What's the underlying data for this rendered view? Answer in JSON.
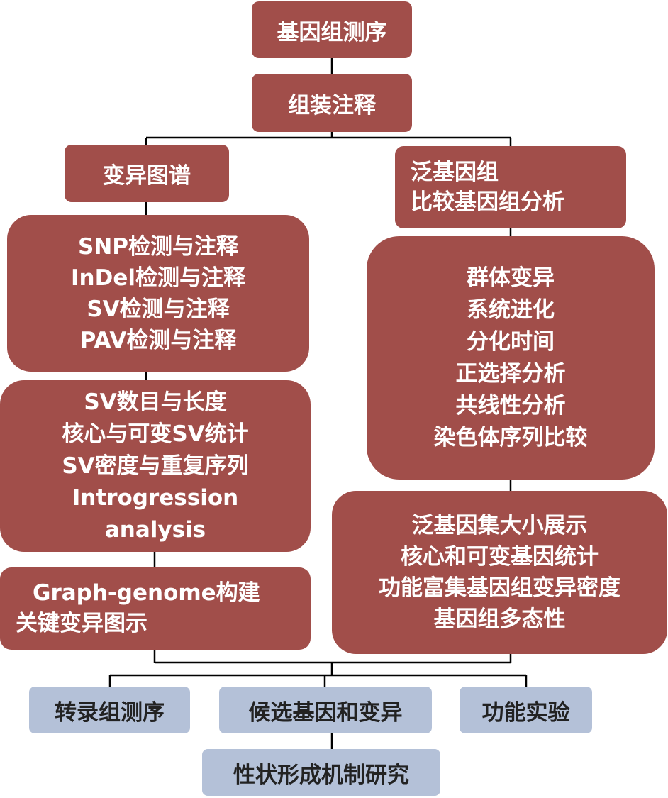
{
  "nodes": {
    "genome_seq": [
      "基因组测序"
    ],
    "assembly": [
      "组装注释"
    ],
    "variation_map": [
      "变异图谱"
    ],
    "pangenome": [
      "泛基因组",
      "比较基因组分析"
    ],
    "detection": [
      "SNP检测与注释",
      "InDel检测与注释",
      "SV检测与注释",
      "PAV检测与注释"
    ],
    "population": [
      "群体变异",
      "系统进化",
      "分化时间",
      "正选择分析",
      "共线性分析",
      "染色体序列比较"
    ],
    "sv_stats": [
      "SV数目与长度",
      "核心与可变SV统计",
      "SV密度与重复序列",
      "Introgression",
      "analysis"
    ],
    "pan_stats": [
      "泛基因集大小展示",
      "核心和可变基因统计",
      "功能富集基因组变异密度",
      "基因组多态性"
    ],
    "graph": [
      "Graph-genome构建",
      "关键变异图示"
    ],
    "transcriptome": [
      "转录组测序"
    ],
    "candidate": [
      "候选基因和变异"
    ],
    "functional": [
      "功能实验"
    ],
    "trait": [
      "性状形成机制研究"
    ]
  },
  "colors": {
    "node": "#a14e4a",
    "blue_node": "#b4c1d8",
    "line": "#000000"
  }
}
